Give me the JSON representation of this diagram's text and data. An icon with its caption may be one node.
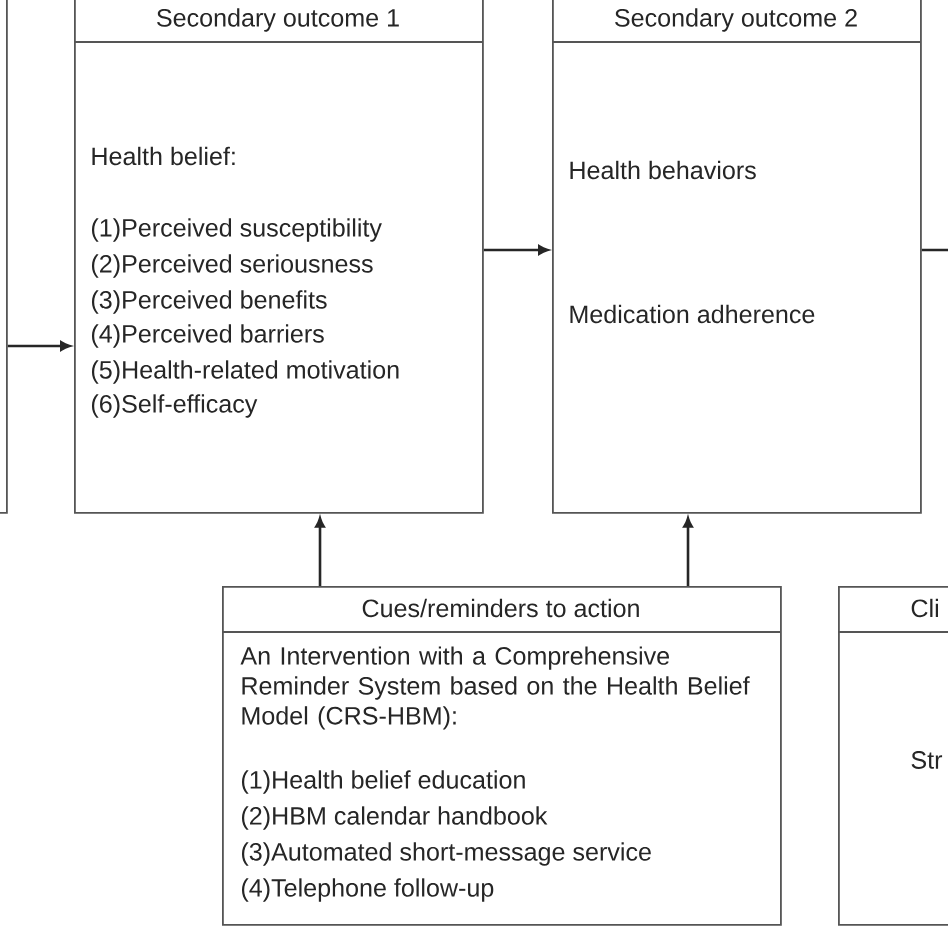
{
  "diagram": {
    "nodes": [
      {
        "text": [],
        "shape": "box"
      },
      {
        "text": [
          "Secondary outcome 1",
          "Health belief:",
          "(1)Perceived susceptibility",
          "(2)Perceived seriousness",
          "(3)Perceived benefits",
          "(4)Perceived barriers",
          "(5)Health-related motivation",
          "(6)Self-efficacy"
        ]
      },
      {
        "text": [
          "Secondary outcome 2",
          "Health behaviors",
          "Medication adherence"
        ]
      },
      {
        "text": [
          "Cues/reminders to action",
          "An Intervention with a Comprehensive Reminder System based on the Health Belief Model (CRS-HBM):",
          "(1)Health belief education",
          "(2)HBM calendar handbook",
          "(3)Automated short-message service",
          "(4)Telephone follow-up"
        ]
      },
      {
        "text": [
          "Cli",
          "Str"
        ]
      }
    ],
    "edges": [
      {
        "from": 0,
        "to": 1,
        "arrow": "to"
      },
      {
        "from": 1,
        "to": 2,
        "arrow": "to"
      },
      {
        "from": 2,
        "to": null,
        "arrow": "none"
      },
      {
        "from": 3,
        "to": 1,
        "arrow": "to"
      },
      {
        "from": 3,
        "to": 2,
        "arrow": "to"
      }
    ]
  }
}
